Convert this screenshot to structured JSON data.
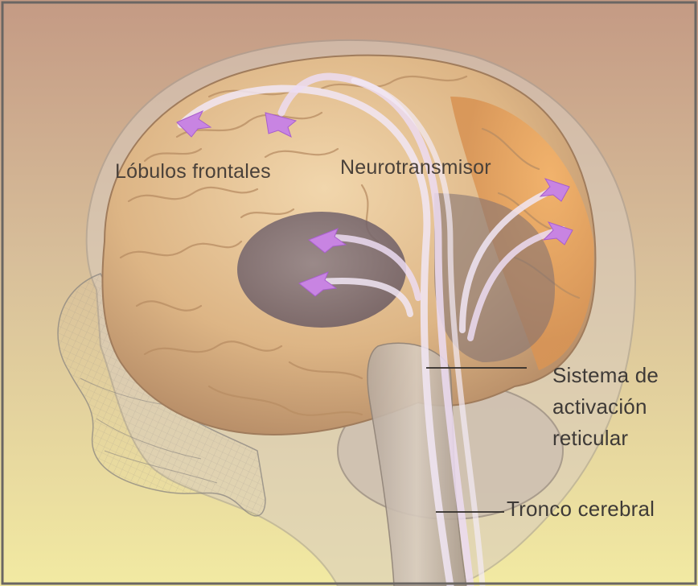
{
  "labels": {
    "frontal_lobes": "Lóbulos frontales",
    "neurotransmitter": "Neurotransmisor",
    "reticular_system": [
      "Sistema de",
      "activación",
      "reticular"
    ],
    "brainstem": "Tronco cerebral"
  },
  "colors": {
    "background_top": "#c49a84",
    "background_bottom": "#f2eaa2",
    "brain": "#e5bf8c",
    "limbic_region": "#7b6b72",
    "arrows": "#c98be0",
    "frame_border": "#6a6663"
  }
}
